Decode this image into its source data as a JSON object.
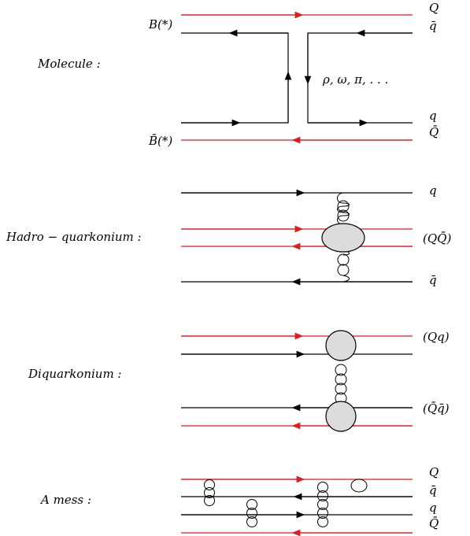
{
  "colors": {
    "heavy_quark_line": "#e01b24",
    "light_quark_line": "#000000",
    "blob_fill": "#dcdcdc"
  },
  "molecule": {
    "title": "Molecule :",
    "meson_top": "B(*)",
    "meson_bottom": "B̄(*)",
    "exchange": "ρ, ω, π, . . .",
    "right_top": [
      "Q",
      "q̄"
    ],
    "right_bottom": [
      "q",
      "Q̄"
    ]
  },
  "hadro": {
    "title": "Hadro − quarkonium :",
    "right": [
      "q",
      "(QQ̄)",
      "q̄"
    ]
  },
  "diquark": {
    "title": "Diquarkonium :",
    "right": [
      "(Qq)",
      "(Q̄q̄)"
    ]
  },
  "mess": {
    "title": "A  mess :",
    "right": [
      "Q",
      "q̄",
      "q",
      "Q̄"
    ]
  }
}
